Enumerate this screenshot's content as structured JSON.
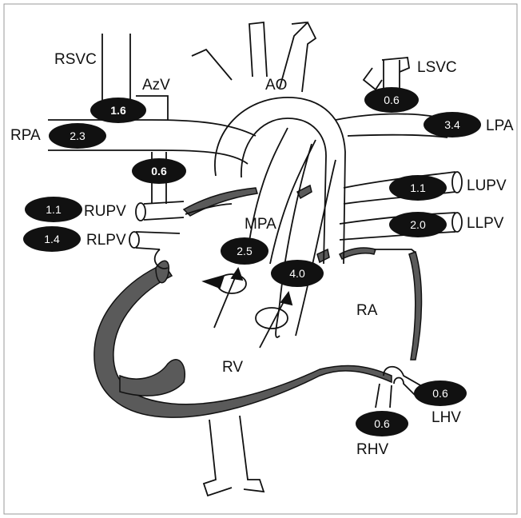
{
  "colors": {
    "outline": "#111111",
    "wall_fill": "#5a5a5a",
    "oval_fill": "#111111",
    "oval_text": "#ffffff",
    "background": "#ffffff"
  },
  "labels": {
    "rsvc": "RSVC",
    "azv": "AzV",
    "ao": "AO",
    "lsvc": "LSVC",
    "rpa": "RPA",
    "lpa": "LPA",
    "rupv": "RUPV",
    "rlpv": "RLPV",
    "lupv": "LUPV",
    "llpv": "LLPV",
    "mpa": "MPA",
    "ra": "RA",
    "rv": "RV",
    "lhv": "LHV",
    "rhv": "RHV"
  },
  "values": {
    "rsvc_azv": "1.6",
    "rpa": "2.3",
    "azv_lower": "0.6",
    "rupv": "1.1",
    "rlpv": "1.4",
    "lsvc": "0.6",
    "lpa": "3.4",
    "lupv": "1.1",
    "llpv": "2.0",
    "mpa": "2.5",
    "ao_root": "4.0",
    "lhv": "0.6",
    "rhv": "0.6"
  }
}
